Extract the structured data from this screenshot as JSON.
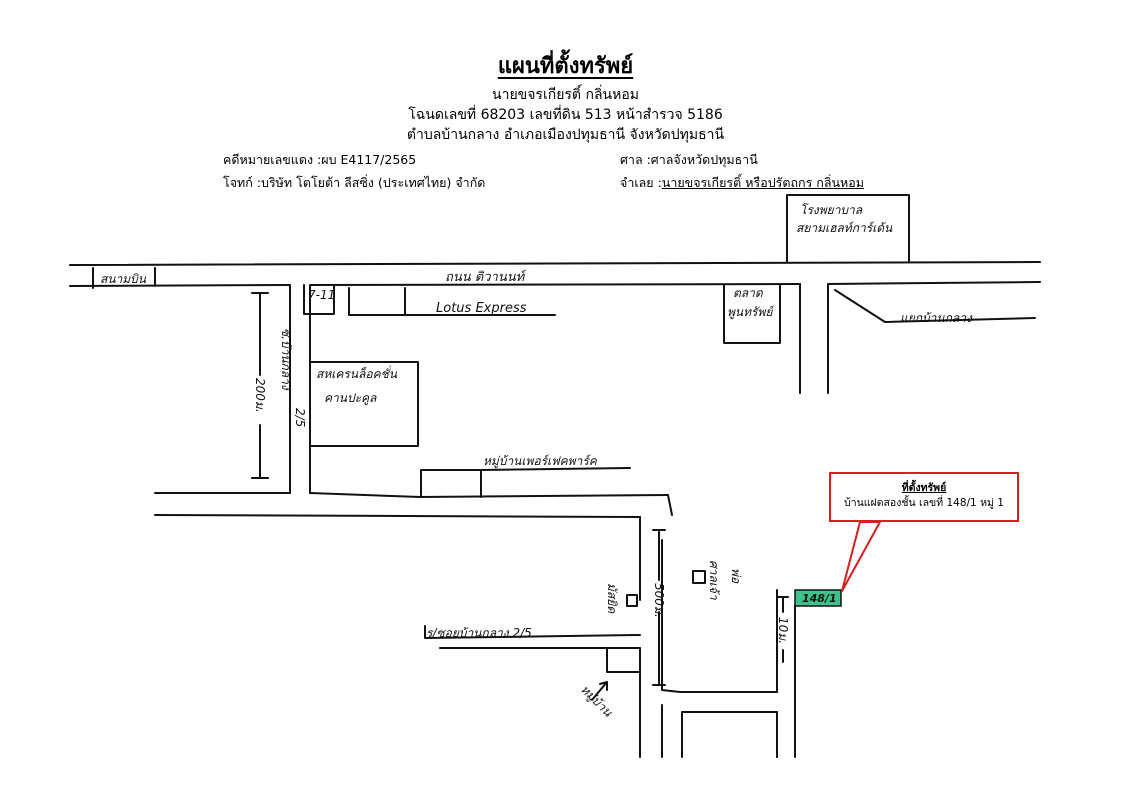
{
  "header": {
    "title": "แผนที่ตั้งทรัพย์",
    "owner": "นายขจรเกียรติ์ กลิ่นหอม",
    "deed": "โฉนดเลขที่ 68203 เลขที่ดิน 513 หน้าสำรวจ 5186",
    "location": "ตำบลบ้านกลาง อำเภอเมืองปทุมธานี จังหวัดปทุมธานี"
  },
  "case": {
    "case_number": "คดีหมายเลขแดง :ผบ E4117/2565",
    "court": "ศาล :ศาลจังหวัดปทุมธานี",
    "plaintiff": "โจทก์ :บริษัท โตโยต้า ลีสซิ่ง (ประเทศไทย) จำกัด",
    "defendant_prefix": "จำเลย :",
    "defendant_name": "นายขจรเกียรติ์ หรือปรัตถกร กลิ่นหอม"
  },
  "map_labels": {
    "hospital": [
      "โรงพยาบาล",
      "สยามเฮลท์การ์เด้น"
    ],
    "road_main": "ถนน ติวานนท์",
    "road_side_left": "สนามบิน",
    "seven_eleven": "7-11",
    "lotus": "Lotus Express",
    "market": [
      "ตลาด",
      "พูนทรัพย์"
    ],
    "junction": "แยกบ้านกลาง",
    "soi_left": [
      "ซ.บ้านกลาง",
      "2/5"
    ],
    "distance_left": "200ม.",
    "school": [
      "สหเครนล็อคชั่น",
      "คานปะคูล"
    ],
    "village": "หมู่บ้านเพอร์เฟคพาร์ค",
    "distance_mid": "500ม.",
    "mosque": "มัสยิด",
    "shrine": [
      "ศาลเจ้า",
      "พ่อ"
    ],
    "soi_bottom": "ร/ซอยบ้านกลาง 2/5",
    "distance_right": "10ม.",
    "village_bottom": "หมู่บ้าน",
    "property_no": "148/1"
  },
  "callout": {
    "title": "ที่ตั้งทรัพย์",
    "text": "บ้านแฝดสองชั้น เลขที่ 148/1 หมู่ 1"
  },
  "colors": {
    "callout_border": "#d81e1e",
    "property_fill": "#3fc28a"
  }
}
